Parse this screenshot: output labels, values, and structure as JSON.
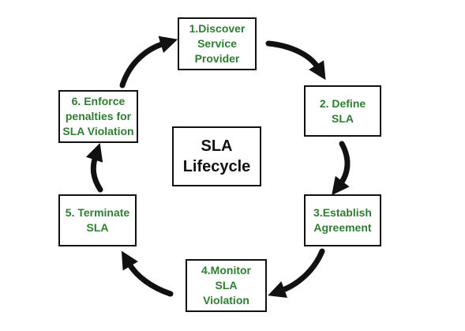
{
  "colors": {
    "step_text": "#2e7d32",
    "center_text": "#111111",
    "border": "#111111",
    "arrow": "#111111"
  },
  "center": {
    "lines": [
      "SLA",
      "Lifecycle"
    ]
  },
  "steps": [
    {
      "lines": [
        "1.Discover",
        "Service",
        "Provider"
      ]
    },
    {
      "lines": [
        "2. Define",
        "SLA"
      ]
    },
    {
      "lines": [
        "3.Establish",
        "Agreement"
      ]
    },
    {
      "lines": [
        "4.Monitor",
        "SLA",
        "Violation"
      ]
    },
    {
      "lines": [
        "5. Terminate",
        "SLA"
      ]
    },
    {
      "lines": [
        "6. Enforce",
        "penalties for",
        "SLA Violation"
      ]
    }
  ]
}
